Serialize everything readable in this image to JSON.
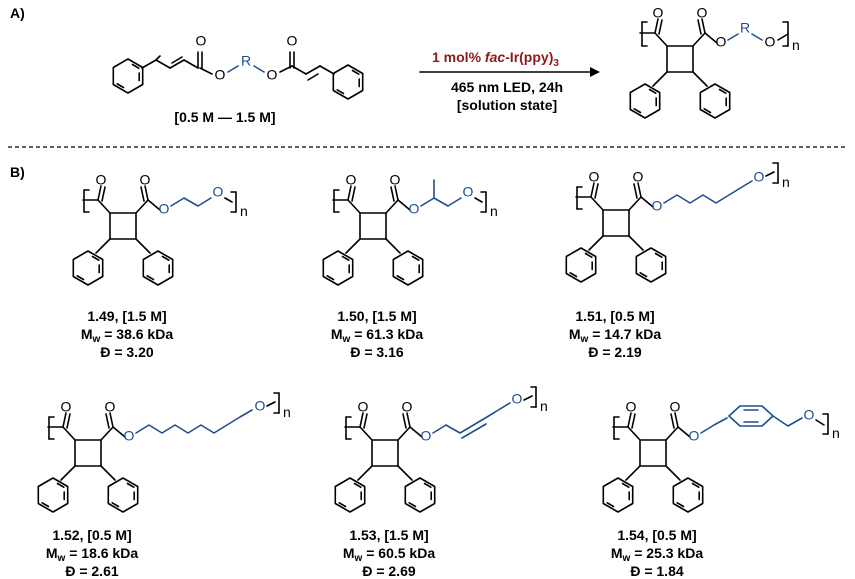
{
  "panel_a": {
    "label": "A)",
    "concentration": "[0.5 M — 1.5 M]",
    "monomer_R": "R",
    "catalyst_prefix": "1 mol% ",
    "catalyst_italic": "fac",
    "catalyst_rest": "-Ir(ppy)",
    "catalyst_sub": "3",
    "condition_1": "465 nm LED, 24h",
    "condition_2": "[solution state]",
    "product_R": "R",
    "product_n": "n"
  },
  "panel_b": {
    "label": "B)",
    "polymers": [
      {
        "id": "1.49",
        "conc": "[1.5 M]",
        "mw_prefix": "M",
        "mw_sub": "w",
        "mw_value": " = 38.6 kDa",
        "dispersity": "Đ = 3.20",
        "n": "n"
      },
      {
        "id": "1.50",
        "conc": "[1.5 M]",
        "mw_prefix": "M",
        "mw_sub": "w",
        "mw_value": " = 61.3 kDa",
        "dispersity": "Đ = 3.16",
        "n": "n"
      },
      {
        "id": "1.51",
        "conc": "[0.5 M]",
        "mw_prefix": "M",
        "mw_sub": "w",
        "mw_value": " = 14.7 kDa",
        "dispersity": "Đ = 2.19",
        "n": "n"
      },
      {
        "id": "1.52",
        "conc": "[0.5 M]",
        "mw_prefix": "M",
        "mw_sub": "w",
        "mw_value": " = 18.6 kDa",
        "dispersity": "Đ = 2.61",
        "n": "n"
      },
      {
        "id": "1.53",
        "conc": "[1.5 M]",
        "mw_prefix": "M",
        "mw_sub": "w",
        "mw_value": " = 60.5 kDa",
        "dispersity": "Đ = 2.69",
        "n": "n"
      },
      {
        "id": "1.54",
        "conc": "[0.5 M]",
        "mw_prefix": "M",
        "mw_sub": "w",
        "mw_value": " = 25.3 kDa",
        "dispersity": "Đ = 1.84",
        "n": "n"
      }
    ]
  },
  "atoms": {
    "oxygen": "O"
  },
  "colors": {
    "linker": "#1f4f8f",
    "catalyst": "#8b1a1a"
  }
}
